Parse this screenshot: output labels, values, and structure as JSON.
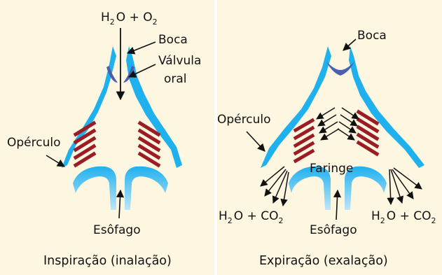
{
  "left": {
    "formula": {
      "a": "H",
      "a_sub": "2",
      "b": "O + O",
      "b_sub": "2"
    },
    "labels": {
      "mouth": "Boca",
      "valve_1": "Válvula",
      "valve_2": "oral",
      "operculum": "Opérculo",
      "esophagus": "Esôfago"
    },
    "caption": "Inspiração (inalação)"
  },
  "right": {
    "labels": {
      "mouth": "Boca",
      "operculum": "Opérculo",
      "pharynx": "Faringe",
      "esophagus": "Esôfago"
    },
    "formula_left": {
      "a": "H",
      "a_sub": "2",
      "b": "O + CO",
      "b_sub": "2"
    },
    "formula_right": {
      "a": "H",
      "a_sub": "2",
      "b": "O + CO",
      "b_sub": "2"
    },
    "caption": "Expiração (exalação)"
  },
  "colors": {
    "background": "#fdf6e0",
    "body_blue": "#1fb0ee",
    "valve": "#4a5fb0",
    "gill": "#9b1c22",
    "arrow": "#111111"
  }
}
